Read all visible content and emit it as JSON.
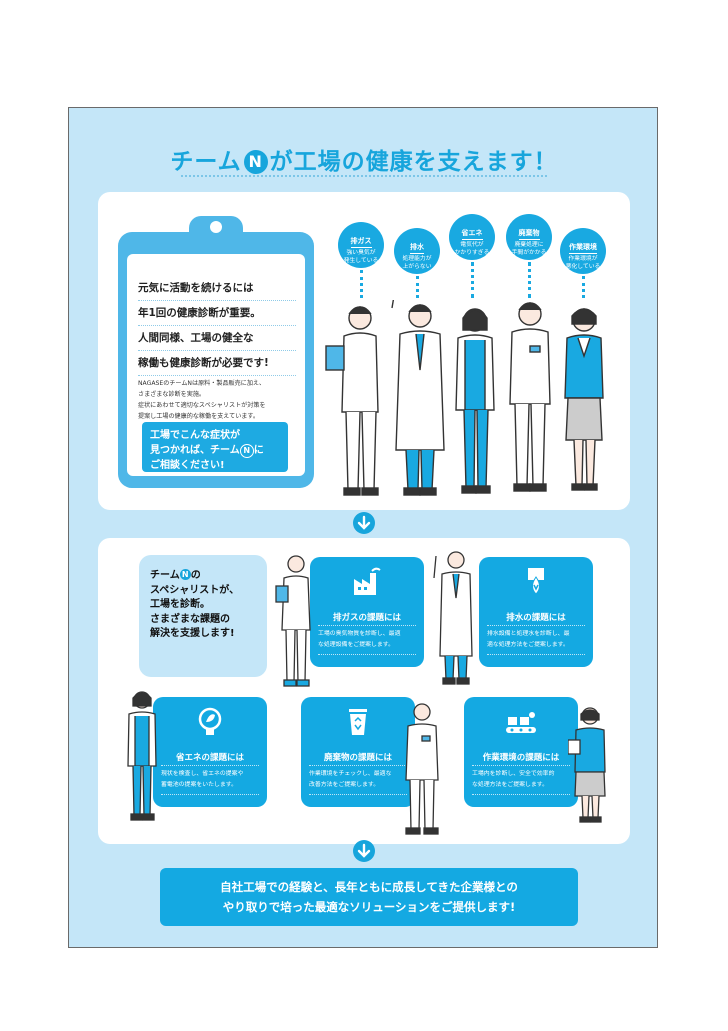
{
  "header": {
    "title_part1": "チーム",
    "title_logo": "N",
    "title_part2": "が工場の健康を支えます！"
  },
  "clipboard": {
    "lead_lines": [
      "元気に活動を続けるには",
      "年1回の健康診断が重要。",
      "人間同様、工場の健全な",
      "稼働も健康診断が必要です!"
    ],
    "body_lines": [
      "NAGASEのチームNは原料・製品販売に加え、",
      "さまざまな診断を実施。",
      "症状にあわせて適切なスペシャリストが対策を",
      "提案し工場の健康的な稼働を支えています。"
    ],
    "box_line1": "工場でこんな症状が",
    "box_line2_a": "見つかれば、チーム",
    "box_logo": "N",
    "box_line2_b": "に",
    "box_line3": "ご相談ください!"
  },
  "symptoms": [
    {
      "title": "排ガス",
      "desc1": "強い臭気が",
      "desc2": "発生している"
    },
    {
      "title": "排水",
      "desc1": "処理能力が",
      "desc2": "上がらない"
    },
    {
      "title": "省エネ",
      "desc1": "電気代が",
      "desc2": "かかりすぎる"
    },
    {
      "title": "廃棄物",
      "desc1": "廃棄処理に",
      "desc2": "手間がかかる"
    },
    {
      "title": "作業環境",
      "desc1": "作業環境が",
      "desc2": "悪化している"
    }
  ],
  "intro": {
    "line1_a": "チーム",
    "logo": "N",
    "line1_b": "の",
    "line2": "スペシャリストが、",
    "line3": "工場を診断。",
    "line4": "さまざまな課題の",
    "line5": "解決を支援します!"
  },
  "cards": [
    {
      "title": "排ガスの課題には",
      "desc1": "工場の臭気物質を診断し、最適",
      "desc2": "な処理設備をご提案します。",
      "icon": "factory-icon"
    },
    {
      "title": "排水の課題には",
      "desc1": "排水設備と処理水を診断し、最",
      "desc2": "適な処理方法をご提案します。",
      "icon": "water-drop-icon"
    },
    {
      "title": "省エネの課題には",
      "desc1": "現状を検査し、省エネの提案や",
      "desc2": "蓄電池の提案をいたします。",
      "icon": "eco-bulb-icon"
    },
    {
      "title": "廃棄物の課題には",
      "desc1": "作業環境をチェックし、最適な",
      "desc2": "改善方法をご提案します。",
      "icon": "recycle-bin-icon"
    },
    {
      "title": "作業環境の課題には",
      "desc1": "工場内を診断し、安全で効率的",
      "desc2": "な処理方法をご提案します。",
      "icon": "conveyor-icon"
    }
  ],
  "footer": {
    "line1": "自社工場での経験と、長年ともに成長してきた企業様との",
    "line2": "やり取りで培った最適なソリューションをご提供します!"
  },
  "colors": {
    "accent": "#17a5dc",
    "panel_bg": "#c4e6f8",
    "card": "#14a9e2"
  }
}
